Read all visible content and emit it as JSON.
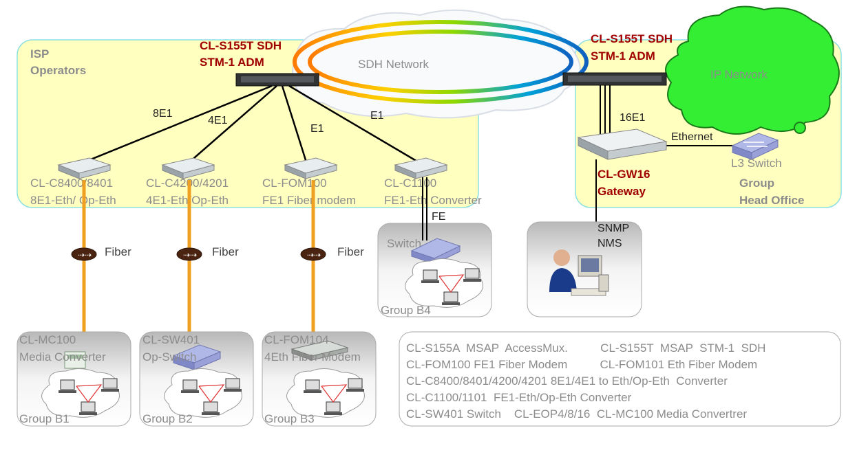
{
  "isp_area": {
    "title_line1": "ISP",
    "title_line2": "Operators"
  },
  "sdh_left": {
    "line1": "CL-S155T SDH",
    "line2": "STM-1 ADM"
  },
  "sdh_right": {
    "line1": "CL-S155T SDH",
    "line2": "STM-1 ADM"
  },
  "sdh_network": "SDH Network",
  "ip_network": "IP Network",
  "links": {
    "l1": "8E1",
    "l2": "4E1",
    "l3": "E1",
    "l4": "E1",
    "gw": "16E1",
    "eth": "Ethernet",
    "fe": "FE"
  },
  "devices": [
    {
      "line1": "CL-C8400/8401",
      "line2": "8E1-Eth/ Op-Eth"
    },
    {
      "line1": "CL-C4200/4201",
      "line2": "4E1-Eth/Op-Eth"
    },
    {
      "line1": "CL-FOM100",
      "line2": "FE1 Fiber modem"
    },
    {
      "line1": "CL-C1100",
      "line2": "FE1-Eth Converter"
    }
  ],
  "fiber_label": "Fiber",
  "gateway": {
    "line1": "CL-GW16",
    "line2": "Gateway"
  },
  "l3_switch": "L3 Switch",
  "head_office": {
    "line1": "Group",
    "line2": "Head Office"
  },
  "nms": {
    "line1": "SNMP",
    "line2": "NMS"
  },
  "switch_label": "Switch",
  "groups": [
    {
      "title1": "CL-MC100",
      "title2": "Media Converter",
      "name": "Group B1"
    },
    {
      "title1": "CL-SW401",
      "title2": "Op-Switch",
      "name": "Group B2"
    },
    {
      "title1": "CL-FOM104",
      "title2": "4Eth Fiber Modem",
      "name": "Group B3"
    }
  ],
  "group_b4": "Group B4",
  "legend": [
    "CL-S155A  MSAP  AccessMux.          CL-S155T  MSAP  STM-1  SDH",
    "CL-FOM100 FE1 Fiber Modem          CL-FOM101 Eth Fiber Modem",
    "CL-C8400/8401/4200/4201 8E1/4E1 to Eth/Op-Eth  Converter",
    "CL-C1100/1101  FE1-Eth/Op-Eth Converter",
    "CL-SW401 Switch    CL-EOP4/8/16  CL-MC100 Media Convertrer"
  ],
  "colors": {
    "area_fill": "#ffffc0",
    "area_stroke": "#8ee0e0",
    "fiber": "#f0a020",
    "cloud": "#33ee33",
    "red_text": "#a00000"
  }
}
